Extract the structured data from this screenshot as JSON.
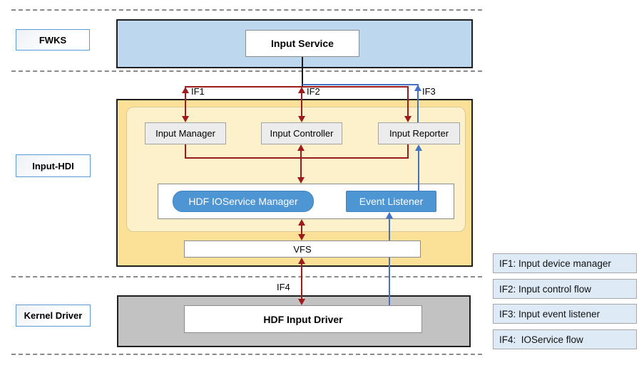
{
  "colors": {
    "band-blue": "#BDD7EE",
    "band-yellow": "#FBE098",
    "band-yellow-inner": "#FDF1CB",
    "band-gray": "#C2C2C2",
    "component-gray": "#ECECEC",
    "accent-blue": "#4E96D3",
    "arrow-red": "#9E1B1B",
    "arrow-blue": "#4472C4",
    "legend-blue": "#DEEAF6",
    "label-border-blue": "#5B9BD5"
  },
  "layers": {
    "fwks": {
      "label": "FWKS"
    },
    "hdi": {
      "label": "Input-HDI"
    },
    "kernel": {
      "label": "Kernel Driver"
    }
  },
  "nodes": {
    "input_service": "Input Service",
    "input_manager": "Input Manager",
    "input_controller": "Input Controller",
    "input_reporter": "Input Reporter",
    "hdf_ioservice_manager": "HDF IOService Manager",
    "event_listener": "Event Listener",
    "vfs": "VFS",
    "hdf_input_driver": "HDF Input Driver"
  },
  "interface_labels": {
    "if1": "IF1",
    "if2": "IF2",
    "if3": "IF3",
    "if4": "IF4"
  },
  "legend": {
    "items": [
      {
        "text": "IF1: Input device manager"
      },
      {
        "text": "IF2: Input control flow"
      },
      {
        "text": "IF3: Input event listener"
      },
      {
        "text": "IF4:  IOService flow"
      }
    ]
  }
}
